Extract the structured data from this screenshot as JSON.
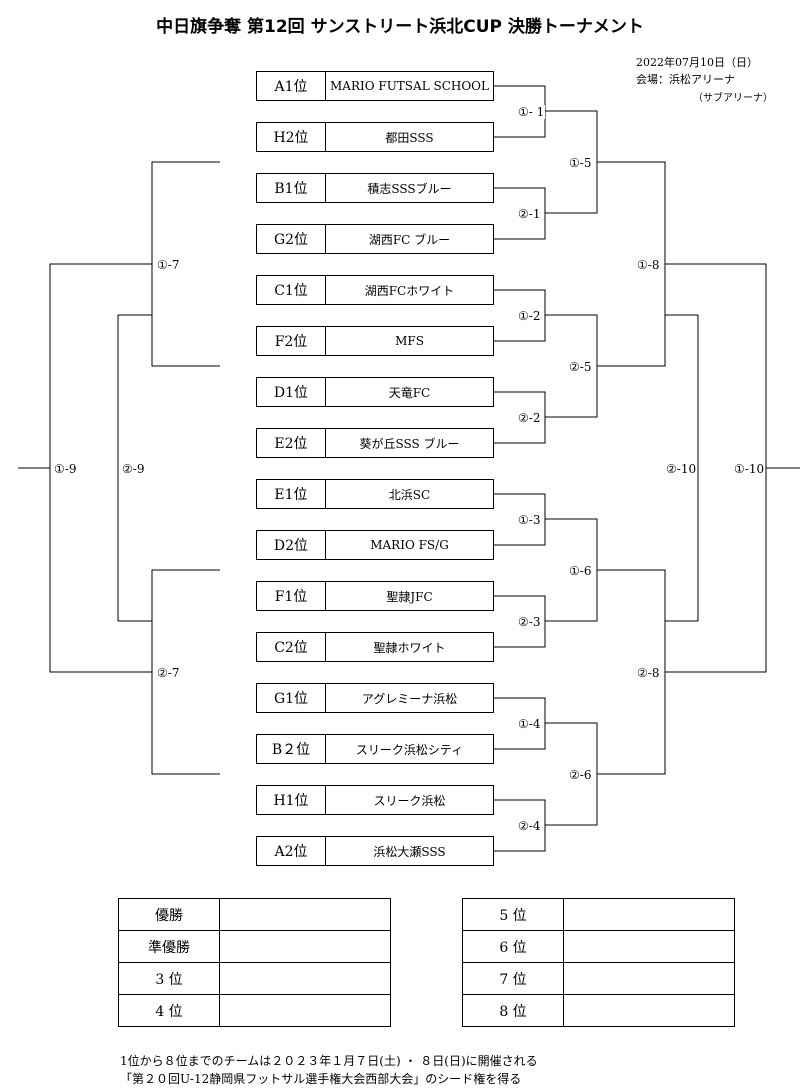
{
  "title": "中日旗争奪 第12回 サンストリート浜北CUP 決勝トーナメント",
  "date": "2022年07月10日（日）",
  "venue": "会場：浜松アリーナ",
  "subvenue": "（サブアリーナ）",
  "teams": [
    {
      "rank": "A1位",
      "name": "MARIO FUTSAL SCHOOL"
    },
    {
      "rank": "H2位",
      "name": "都田SSS"
    },
    {
      "rank": "B1位",
      "name": "積志SSSブルー"
    },
    {
      "rank": "G2位",
      "name": "湖西FC ブルー"
    },
    {
      "rank": "C1位",
      "name": "湖西FCホワイト"
    },
    {
      "rank": "F2位",
      "name": "MFS"
    },
    {
      "rank": "D1位",
      "name": "天竜FC"
    },
    {
      "rank": "E2位",
      "name": "葵が丘SSS ブルー"
    },
    {
      "rank": "E1位",
      "name": "北浜SC"
    },
    {
      "rank": "D2位",
      "name": "MARIO FS/G"
    },
    {
      "rank": "F1位",
      "name": "聖隷JFC"
    },
    {
      "rank": "C2位",
      "name": "聖隷ホワイト"
    },
    {
      "rank": "G1位",
      "name": "アグレミーナ浜松"
    },
    {
      "rank": "B２位",
      "name": "スリーク浜松シティ"
    },
    {
      "rank": "H1位",
      "name": "スリーク浜松"
    },
    {
      "rank": "A2位",
      "name": "浜松大瀬SSS"
    }
  ],
  "matches": {
    "r1": [
      "①- 1",
      "②-1",
      "①-2",
      "②-2",
      "①-3",
      "②-3",
      "①-4",
      "②-4"
    ],
    "r2": [
      "①-5",
      "②-5",
      "①-6",
      "②-6"
    ],
    "r3": [
      "①-8",
      "②-8"
    ],
    "r4": [
      "②-10",
      "①-10"
    ],
    "left": [
      "①-7",
      "②-7",
      "②-9",
      "①-9"
    ]
  },
  "results_left": [
    {
      "label": "優勝",
      "value": ""
    },
    {
      "label": "準優勝",
      "value": ""
    },
    {
      "label": "3 位",
      "value": ""
    },
    {
      "label": "4 位",
      "value": ""
    }
  ],
  "results_right": [
    {
      "label": "5 位",
      "value": ""
    },
    {
      "label": "6 位",
      "value": ""
    },
    {
      "label": "7 位",
      "value": ""
    },
    {
      "label": "8 位",
      "value": ""
    }
  ],
  "note_line1": "1位から８位までのチームは２０２３年１月７日(土) ・ ８日(日)に開催される",
  "note_line2": "「第２０回U-12静岡県フットサル選手権大会西部大会」のシード権を得る"
}
